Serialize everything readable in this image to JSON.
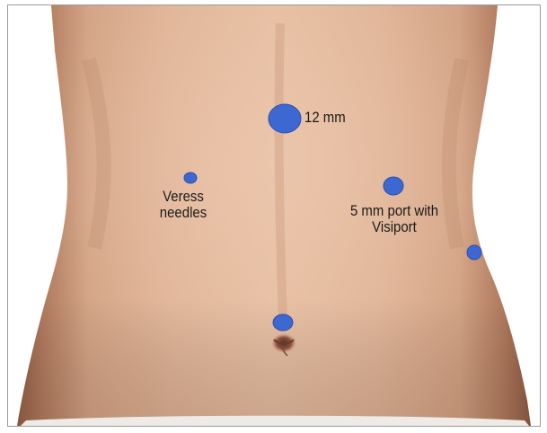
{
  "figure": {
    "labels": {
      "port_12mm": "12 mm",
      "veress_line1": "Veress",
      "veress_line2": "needles",
      "port_5mm_line1": "5 mm port with",
      "port_5mm_line2": "Visiport"
    },
    "colors": {
      "marker": "#3d68d2",
      "marker_edge": "#2c50b0",
      "skin_light": "#e2b99d",
      "skin_mid": "#c9987a",
      "skin_dark": "#8f5d46",
      "background": "#ffffff",
      "border": "#9a9a9a"
    }
  }
}
